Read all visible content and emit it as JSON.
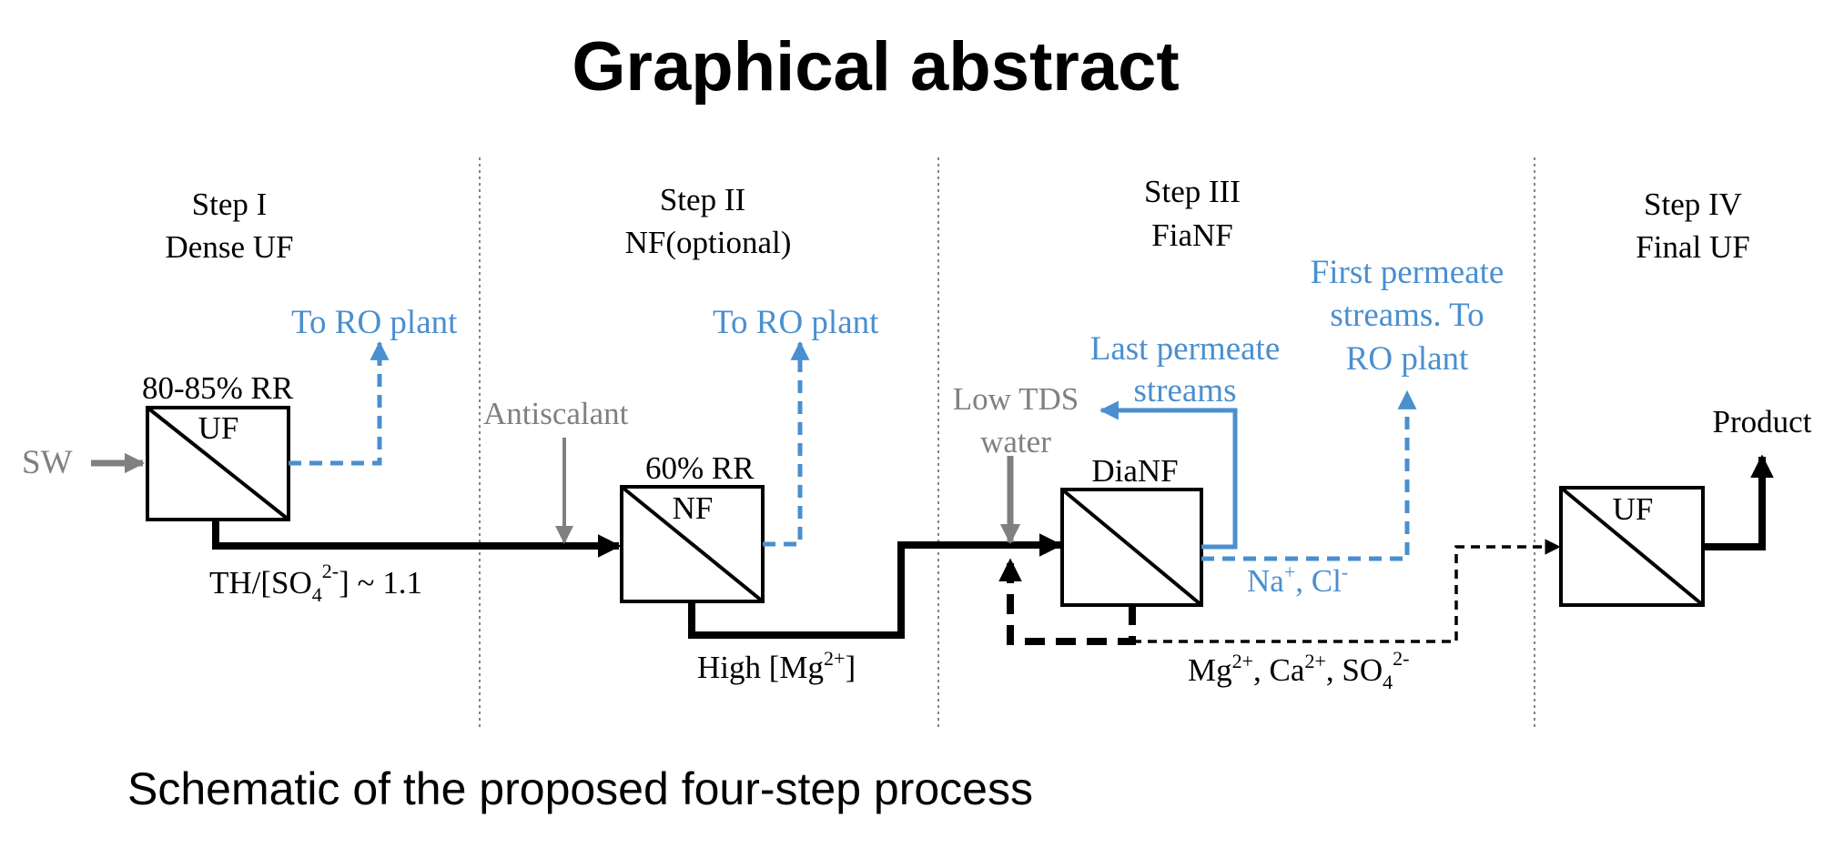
{
  "title": "Graphical abstract",
  "caption": "Schematic of the proposed four-step process",
  "colors": {
    "black": "#000000",
    "gray": "#808080",
    "blue": "#4a8fcf",
    "divider": "#666666"
  },
  "steps": [
    {
      "name": "Step I",
      "subtitle": "Dense UF"
    },
    {
      "name": "Step II",
      "subtitle": "NF(optional)"
    },
    {
      "name": "Step III",
      "subtitle": "FiaNF"
    },
    {
      "name": "Step IV",
      "subtitle": "Final UF"
    }
  ],
  "units": {
    "uf1": "UF",
    "nf": "NF",
    "dianf": "DiaNF",
    "uf2": "UF"
  },
  "labels": {
    "sw": "SW",
    "rr1": "80-85% RR",
    "to_ro_1": "To RO plant",
    "th_ratio": {
      "prefix": "TH/[SO",
      "sub": "4",
      "sup": "2-",
      "suffix": "] ~ 1.1"
    },
    "antiscalant": "Antiscalant",
    "rr2": "60% RR",
    "to_ro_2": "To RO plant",
    "high_mg": {
      "prefix": "High [Mg",
      "sup": "2+",
      "suffix": "]"
    },
    "low_tds_line1": "Low TDS",
    "low_tds_line2": "water",
    "last_permeate_line1": "Last permeate",
    "last_permeate_line2": "streams",
    "first_permeate_line1": "First permeate",
    "first_permeate_line2": "streams. To",
    "first_permeate_line3": "RO plant",
    "na_cl": {
      "na": "Na",
      "na_sup": "+",
      "sep": ", Cl",
      "cl_sup": "-"
    },
    "divalent": {
      "mg": "Mg",
      "mg_sup": "2+",
      "ca": ", Ca",
      "ca_sup": "2+",
      "so": ", SO",
      "so_sub": "4",
      "so_sup": "2-"
    },
    "product": "Product"
  }
}
